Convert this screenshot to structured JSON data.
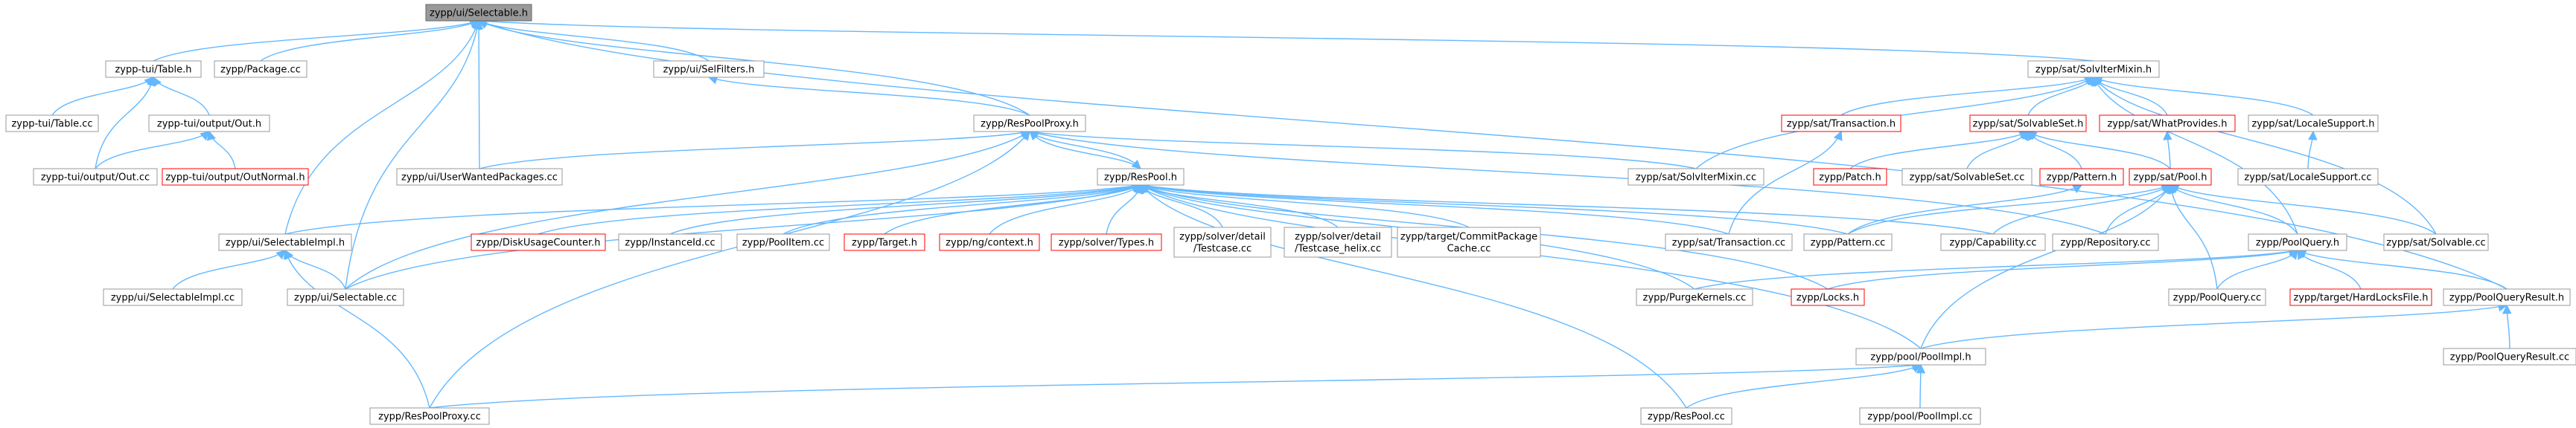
{
  "nodes": [
    {
      "id": "root",
      "label": "zypp/ui/Selectable.h",
      "style": "root"
    },
    {
      "id": "table_h",
      "label": "zypp-tui/Table.h",
      "style": "normal"
    },
    {
      "id": "package_cc",
      "label": "zypp/Package.cc",
      "style": "normal"
    },
    {
      "id": "selfilters_h",
      "label": "zypp/ui/SelFilters.h",
      "style": "normal"
    },
    {
      "id": "table_cc",
      "label": "zypp-tui/Table.cc",
      "style": "normal"
    },
    {
      "id": "out_h",
      "label": "zypp-tui/output/Out.h",
      "style": "normal"
    },
    {
      "id": "out_cc",
      "label": "zypp-tui/output/Out.cc",
      "style": "normal"
    },
    {
      "id": "outnormal_h",
      "label": "zypp-tui/output/OutNormal.h",
      "style": "red"
    },
    {
      "id": "respoolproxy_h",
      "label": "zypp/ResPoolProxy.h",
      "style": "normal"
    },
    {
      "id": "userwanted_cc",
      "label": "zypp/ui/UserWantedPackages.cc",
      "style": "normal"
    },
    {
      "id": "respool_h",
      "label": "zypp/ResPool.h",
      "style": "normal"
    },
    {
      "id": "selectableimpl_h",
      "label": "zypp/ui/SelectableImpl.h",
      "style": "normal"
    },
    {
      "id": "diskusage_h",
      "label": "zypp/DiskUsageCounter.h",
      "style": "red"
    },
    {
      "id": "instanceid_cc",
      "label": "zypp/InstanceId.cc",
      "style": "normal"
    },
    {
      "id": "poolitem_cc",
      "label": "zypp/PoolItem.cc",
      "style": "normal"
    },
    {
      "id": "target_h",
      "label": "zypp/Target.h",
      "style": "red"
    },
    {
      "id": "ngcontext_h",
      "label": "zypp/ng/context.h",
      "style": "red"
    },
    {
      "id": "solvertypes_h",
      "label": "zypp/solver/Types.h",
      "style": "red"
    },
    {
      "id": "testcase_cc",
      "label": [
        "zypp/solver/detail",
        "/Testcase.cc"
      ],
      "style": "normal"
    },
    {
      "id": "testcasehelix_cc",
      "label": [
        "zypp/solver/detail",
        "/Testcase_helix.cc"
      ],
      "style": "normal"
    },
    {
      "id": "commitpkgcache_cc",
      "label": [
        "zypp/target/CommitPackage",
        "Cache.cc"
      ],
      "style": "normal"
    },
    {
      "id": "selectableimpl_cc",
      "label": "zypp/ui/SelectableImpl.cc",
      "style": "normal"
    },
    {
      "id": "selectable_cc",
      "label": "zypp/ui/Selectable.cc",
      "style": "normal"
    },
    {
      "id": "respoolproxy_cc",
      "label": "zypp/ResPoolProxy.cc",
      "style": "normal"
    },
    {
      "id": "solvitermixin_h",
      "label": "zypp/sat/SolvIterMixin.h",
      "style": "normal"
    },
    {
      "id": "sattransaction_h",
      "label": "zypp/sat/Transaction.h",
      "style": "red"
    },
    {
      "id": "solvableset_h",
      "label": "zypp/sat/SolvableSet.h",
      "style": "red"
    },
    {
      "id": "whatprovides_h",
      "label": "zypp/sat/WhatProvides.h",
      "style": "red"
    },
    {
      "id": "localesupport_h",
      "label": "zypp/sat/LocaleSupport.h",
      "style": "normal"
    },
    {
      "id": "solvitermixin_cc",
      "label": "zypp/sat/SolvIterMixin.cc",
      "style": "normal"
    },
    {
      "id": "patch_h",
      "label": "zypp/Patch.h",
      "style": "red"
    },
    {
      "id": "solvableset_cc",
      "label": "zypp/sat/SolvableSet.cc",
      "style": "normal"
    },
    {
      "id": "pattern_h",
      "label": "zypp/Pattern.h",
      "style": "red"
    },
    {
      "id": "satpool_h",
      "label": "zypp/sat/Pool.h",
      "style": "red"
    },
    {
      "id": "localesupport_cc",
      "label": "zypp/sat/LocaleSupport.cc",
      "style": "normal"
    },
    {
      "id": "sattransaction_cc",
      "label": "zypp/sat/Transaction.cc",
      "style": "normal"
    },
    {
      "id": "pattern_cc",
      "label": "zypp/Pattern.cc",
      "style": "normal"
    },
    {
      "id": "capability_cc",
      "label": "zypp/Capability.cc",
      "style": "normal"
    },
    {
      "id": "repository_cc",
      "label": "zypp/Repository.cc",
      "style": "normal"
    },
    {
      "id": "poolquery_h",
      "label": "zypp/PoolQuery.h",
      "style": "normal"
    },
    {
      "id": "satsolvable_cc",
      "label": "zypp/sat/Solvable.cc",
      "style": "normal"
    },
    {
      "id": "purgekernels_cc",
      "label": "zypp/PurgeKernels.cc",
      "style": "normal"
    },
    {
      "id": "locks_h",
      "label": "zypp/Locks.h",
      "style": "red"
    },
    {
      "id": "poolquery_cc",
      "label": "zypp/PoolQuery.cc",
      "style": "normal"
    },
    {
      "id": "hardlocks_h",
      "label": "zypp/target/HardLocksFile.h",
      "style": "red"
    },
    {
      "id": "poolqueryresult_h",
      "label": "zypp/PoolQueryResult.h",
      "style": "normal"
    },
    {
      "id": "poolimpl_h",
      "label": "zypp/pool/PoolImpl.h",
      "style": "normal"
    },
    {
      "id": "poolqueryresult_cc",
      "label": "zypp/PoolQueryResult.cc",
      "style": "normal"
    },
    {
      "id": "respool_cc",
      "label": "zypp/ResPool.cc",
      "style": "normal"
    },
    {
      "id": "poolimpl_cc",
      "label": "zypp/pool/PoolImpl.cc",
      "style": "normal"
    }
  ],
  "edges": [
    [
      "table_h",
      "root"
    ],
    [
      "package_cc",
      "root"
    ],
    [
      "selfilters_h",
      "root"
    ],
    [
      "respoolproxy_h",
      "root"
    ],
    [
      "userwanted_cc",
      "root"
    ],
    [
      "selectableimpl_h",
      "root"
    ],
    [
      "selectable_cc",
      "root"
    ],
    [
      "solvitermixin_h",
      "root"
    ],
    [
      "poolqueryresult_h",
      "root"
    ],
    [
      "table_cc",
      "table_h"
    ],
    [
      "out_h",
      "table_h"
    ],
    [
      "out_cc",
      "table_h"
    ],
    [
      "out_cc",
      "out_h"
    ],
    [
      "outnormal_h",
      "out_h"
    ],
    [
      "respoolproxy_h",
      "selfilters_h"
    ],
    [
      "respool_h",
      "respoolproxy_h"
    ],
    [
      "userwanted_cc",
      "respoolproxy_h"
    ],
    [
      "selectable_cc",
      "respoolproxy_h"
    ],
    [
      "respoolproxy_cc",
      "respoolproxy_h"
    ],
    [
      "solvitermixin_cc",
      "respoolproxy_h"
    ],
    [
      "repository_cc",
      "respoolproxy_h"
    ],
    [
      "respoolproxy_h",
      "respool_h"
    ],
    [
      "selectableimpl_h",
      "respool_h"
    ],
    [
      "diskusage_h",
      "respool_h"
    ],
    [
      "instanceid_cc",
      "respool_h"
    ],
    [
      "poolitem_cc",
      "respool_h"
    ],
    [
      "target_h",
      "respool_h"
    ],
    [
      "ngcontext_h",
      "respool_h"
    ],
    [
      "solvertypes_h",
      "respool_h"
    ],
    [
      "testcase_cc",
      "respool_h"
    ],
    [
      "testcasehelix_cc",
      "respool_h"
    ],
    [
      "commitpkgcache_cc",
      "respool_h"
    ],
    [
      "sattransaction_cc",
      "respool_h"
    ],
    [
      "pattern_cc",
      "respool_h"
    ],
    [
      "capability_cc",
      "respool_h"
    ],
    [
      "purgekernels_cc",
      "respool_h"
    ],
    [
      "locks_h",
      "respool_h"
    ],
    [
      "respool_cc",
      "respool_h"
    ],
    [
      "poolimpl_h",
      "respool_h"
    ],
    [
      "selectable_cc",
      "respool_h"
    ],
    [
      "selectableimpl_cc",
      "selectableimpl_h"
    ],
    [
      "selectable_cc",
      "selectableimpl_h"
    ],
    [
      "respoolproxy_cc",
      "selectableimpl_h"
    ],
    [
      "sattransaction_h",
      "solvitermixin_h"
    ],
    [
      "solvableset_h",
      "solvitermixin_h"
    ],
    [
      "whatprovides_h",
      "solvitermixin_h"
    ],
    [
      "localesupport_h",
      "solvitermixin_h"
    ],
    [
      "solvitermixin_cc",
      "solvitermixin_h"
    ],
    [
      "satsolvable_cc",
      "solvitermixin_h"
    ],
    [
      "poolquery_h",
      "solvitermixin_h"
    ],
    [
      "sattransaction_cc",
      "sattransaction_h"
    ],
    [
      "patch_h",
      "solvableset_h"
    ],
    [
      "solvableset_cc",
      "solvableset_h"
    ],
    [
      "pattern_h",
      "solvableset_h"
    ],
    [
      "satpool_h",
      "solvableset_h"
    ],
    [
      "satpool_h",
      "whatprovides_h"
    ],
    [
      "localesupport_cc",
      "localesupport_h"
    ],
    [
      "pattern_cc",
      "pattern_h"
    ],
    [
      "capability_cc",
      "satpool_h"
    ],
    [
      "repository_cc",
      "satpool_h"
    ],
    [
      "poolquery_h",
      "satpool_h"
    ],
    [
      "satsolvable_cc",
      "satpool_h"
    ],
    [
      "poolquery_cc",
      "satpool_h"
    ],
    [
      "poolimpl_h",
      "satpool_h"
    ],
    [
      "pattern_cc",
      "satpool_h"
    ],
    [
      "purgekernels_cc",
      "poolquery_h"
    ],
    [
      "locks_h",
      "poolquery_h"
    ],
    [
      "poolquery_cc",
      "poolquery_h"
    ],
    [
      "hardlocks_h",
      "poolquery_h"
    ],
    [
      "poolqueryresult_h",
      "poolquery_h"
    ],
    [
      "poolqueryresult_cc",
      "poolqueryresult_h"
    ],
    [
      "poolimpl_h",
      "poolqueryresult_h"
    ],
    [
      "respool_cc",
      "poolimpl_h"
    ],
    [
      "poolimpl_cc",
      "poolimpl_h"
    ],
    [
      "respoolproxy_cc",
      "poolimpl_h"
    ]
  ]
}
